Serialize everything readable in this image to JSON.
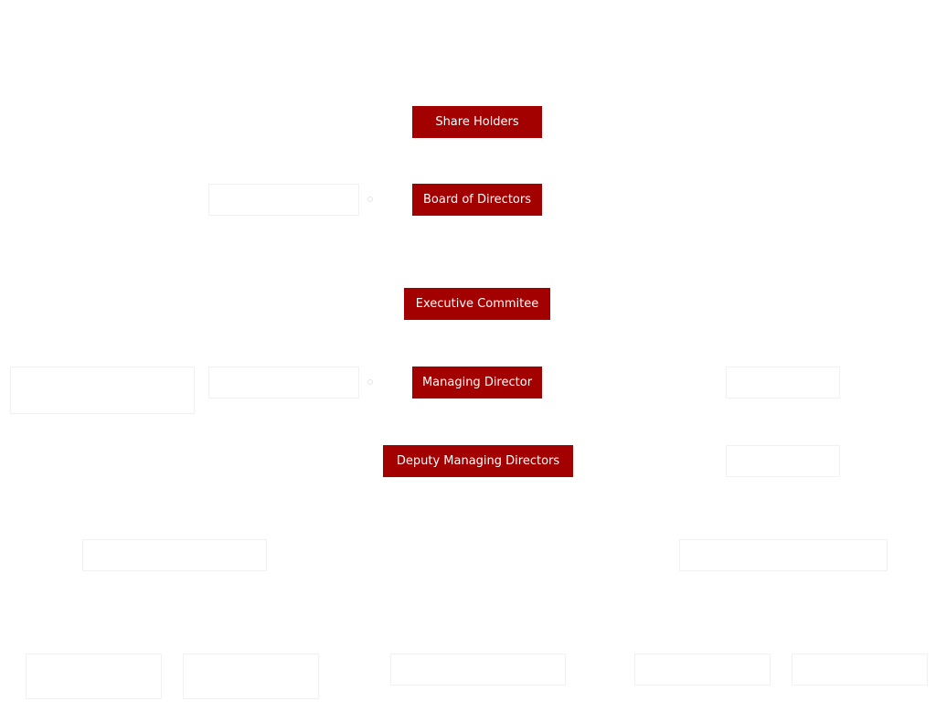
{
  "colors": {
    "node_fill": "#a30000",
    "node_text": "#ffffff",
    "placeholder_border": "#f1f1f1"
  },
  "chart": {
    "nodes": {
      "share_holders": "Share Holders",
      "board_of_directors": "Board of Directors",
      "executive_committee": "Executive Commitee",
      "managing_director": "Managing Director",
      "deputy_managing_directors": "Deputy Managing Directors"
    }
  }
}
